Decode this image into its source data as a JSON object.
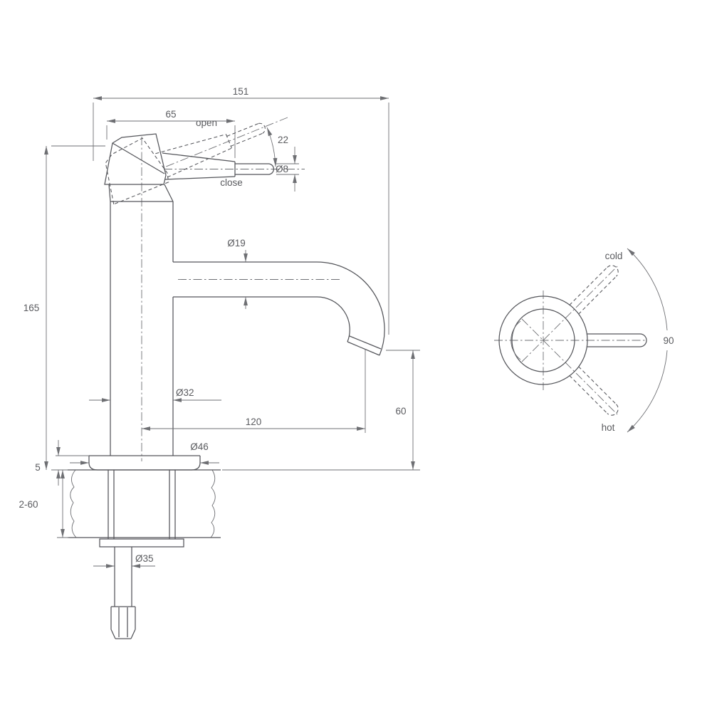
{
  "title": "basin-tap-technical-drawing",
  "side_view": {
    "dims": {
      "total_width": "151",
      "handle_reach": "65",
      "handle_angle": "22",
      "lever_dia": "Ø8",
      "spout_dia": "Ø19",
      "total_height": "165",
      "body_dia": "Ø32",
      "spout_reach": "120",
      "spout_height": "60",
      "base_dia": "Ø46",
      "base_thickness": "5",
      "deck_range": "2-60",
      "hole_dia": "Ø35"
    },
    "labels": {
      "open": "open",
      "close": "close"
    }
  },
  "top_view": {
    "labels": {
      "cold": "cold",
      "hot": "hot",
      "swing_angle": "90"
    }
  },
  "colors": {
    "line": "#54555a",
    "dim": "#6e6f73",
    "text": "#5a5b5f",
    "background": "#ffffff"
  }
}
